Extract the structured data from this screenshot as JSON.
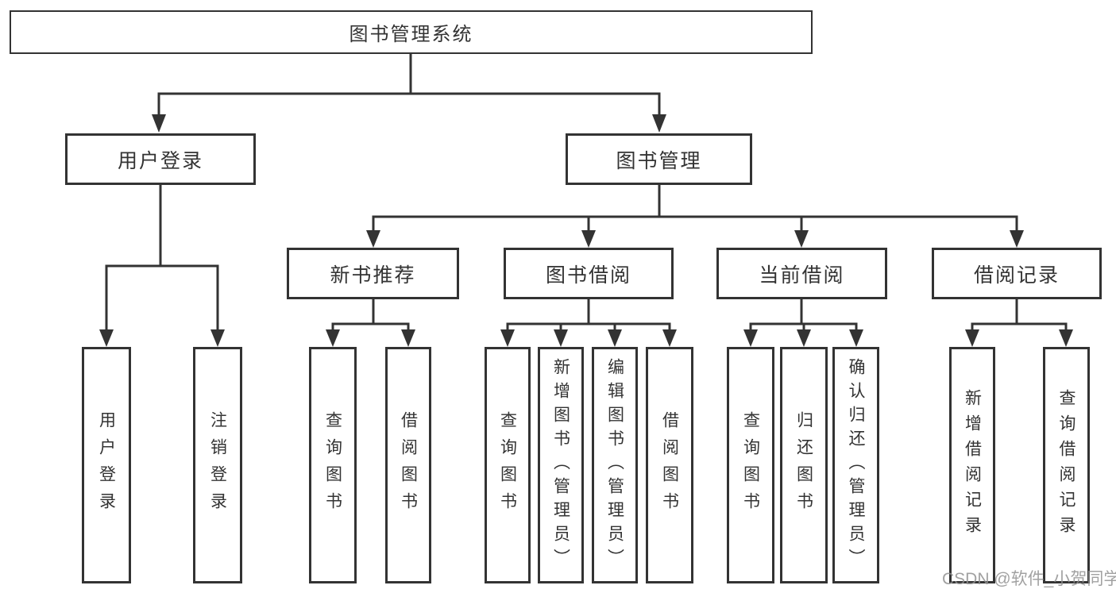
{
  "tree": {
    "root": {
      "label": "图书管理系统"
    },
    "branches": [
      {
        "label": "用户登录",
        "children": [
          {
            "label": "用户登录"
          },
          {
            "label": "注销登录"
          }
        ]
      },
      {
        "label": "图书管理",
        "children": [
          {
            "label": "新书推荐",
            "children": [
              {
                "label": "查询图书"
              },
              {
                "label": "借阅图书"
              }
            ]
          },
          {
            "label": "图书借阅",
            "children": [
              {
                "label": "查询图书"
              },
              {
                "label": "新增图书（管理员）"
              },
              {
                "label": "编辑图书（管理员）"
              },
              {
                "label": "借阅图书"
              }
            ]
          },
          {
            "label": "当前借阅",
            "children": [
              {
                "label": "查询图书"
              },
              {
                "label": "归还图书"
              },
              {
                "label": "确认归还（管理员）"
              }
            ]
          },
          {
            "label": "借阅记录",
            "children": [
              {
                "label": "新增借阅记录"
              },
              {
                "label": "查询借阅记录"
              }
            ]
          }
        ]
      }
    ]
  },
  "watermark": {
    "text": "CSDN @软件_小贺同学"
  },
  "colors": {
    "line": "#333333",
    "text": "#333333",
    "box_background": "#ffffff",
    "watermark": "#919191",
    "background": "#ffffff"
  }
}
